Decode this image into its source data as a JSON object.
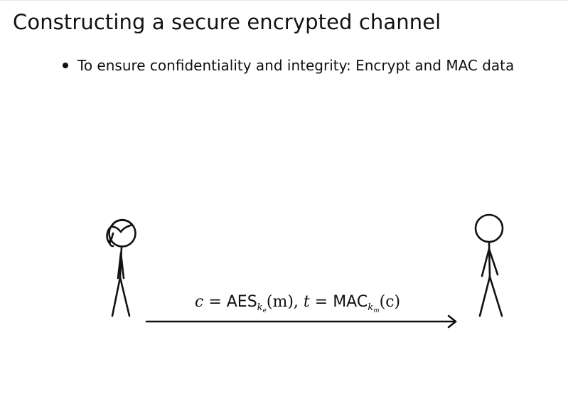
{
  "slide": {
    "title": "Constructing a secure encrypted channel",
    "bullets": [
      {
        "text": "To ensure confidentiality and integrity: Encrypt and MAC data"
      }
    ]
  },
  "equation": {
    "c": "c",
    "eq1": " = ",
    "aes": "AES",
    "k1": "k",
    "e": "e",
    "m_arg": "(m)",
    "comma": ", ",
    "t": "t",
    "eq2": " = ",
    "mac": "MAC",
    "k2": "k",
    "mm": "m",
    "c_arg": "(c)"
  }
}
